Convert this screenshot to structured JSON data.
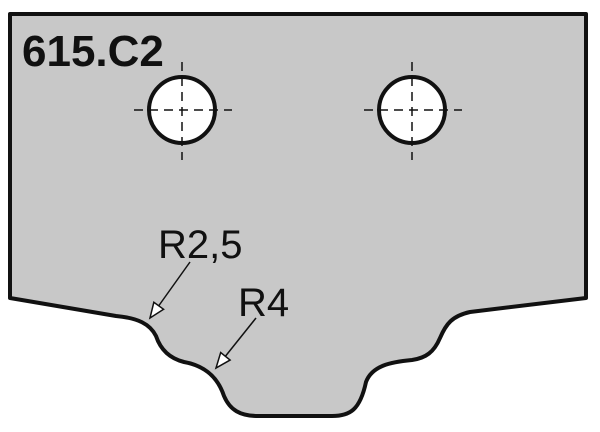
{
  "part": {
    "code": "615.C2"
  },
  "dimensions": [
    {
      "label": "R2,5"
    },
    {
      "label": "R4"
    }
  ],
  "colors": {
    "plate_fill": "#c8c8c8",
    "outline": "#111111",
    "hole_fill": "#ffffff",
    "background": "#ffffff"
  }
}
